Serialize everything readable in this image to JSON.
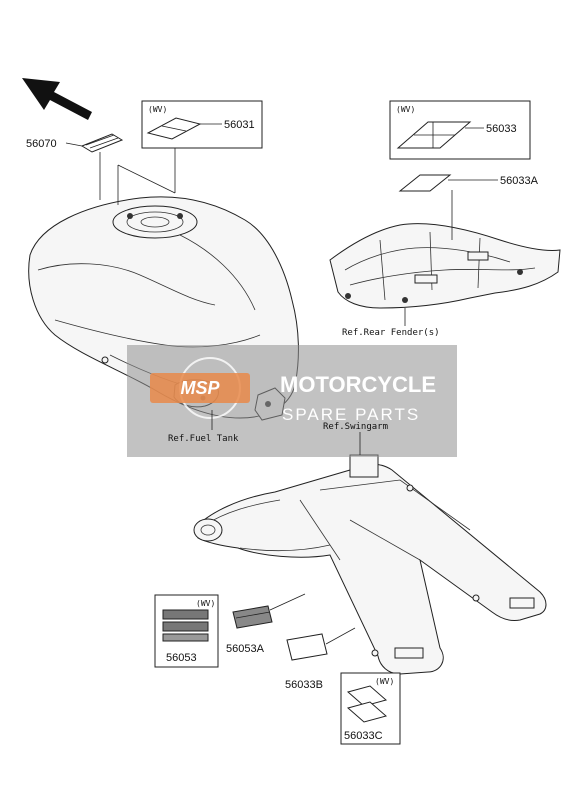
{
  "parts": {
    "p56070": "56070",
    "p56031": "56031",
    "p56033": "56033",
    "p56033A": "56033A",
    "p56053": "56053",
    "p56053A": "56053A",
    "p56033B": "56033B",
    "p56033C": "56033C"
  },
  "wv": {
    "a": "(WV)",
    "b": "(WV)",
    "c": "(WV)",
    "d": "(WV)"
  },
  "refs": {
    "fuel_tank": "Ref.Fuel Tank",
    "rear_fender": "Ref.Rear Fender(s)",
    "swingarm": "Ref.Swingarm"
  },
  "watermark": {
    "line1": "MOTORCYCLE",
    "line2": "SPARE PARTS",
    "logo": "MSP"
  },
  "colors": {
    "watermark_band": "#8f8f8f",
    "watermark_logo": "#e98a4a"
  }
}
